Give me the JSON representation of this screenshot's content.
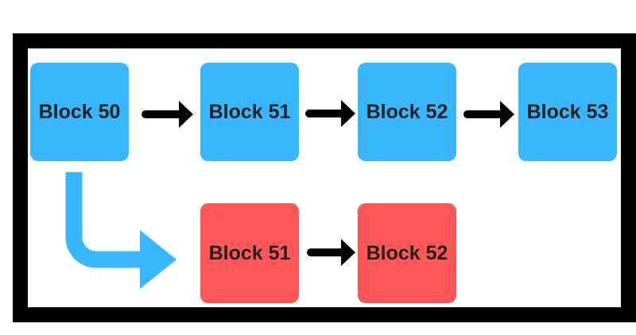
{
  "colors": {
    "background": "#ffffff",
    "frame": "#000000",
    "main_block": "#38b6ff",
    "fork_block": "#ff5757",
    "arrow": "#000000",
    "fork_arrow": "#38b6ff",
    "block_text": "#212121"
  },
  "main_chain": {
    "blocks": [
      {
        "label": "Block 50"
      },
      {
        "label": "Block 51"
      },
      {
        "label": "Block 52"
      },
      {
        "label": "Block 53"
      }
    ]
  },
  "fork_chain": {
    "blocks": [
      {
        "label": "Block 51"
      },
      {
        "label": "Block 52"
      }
    ]
  }
}
